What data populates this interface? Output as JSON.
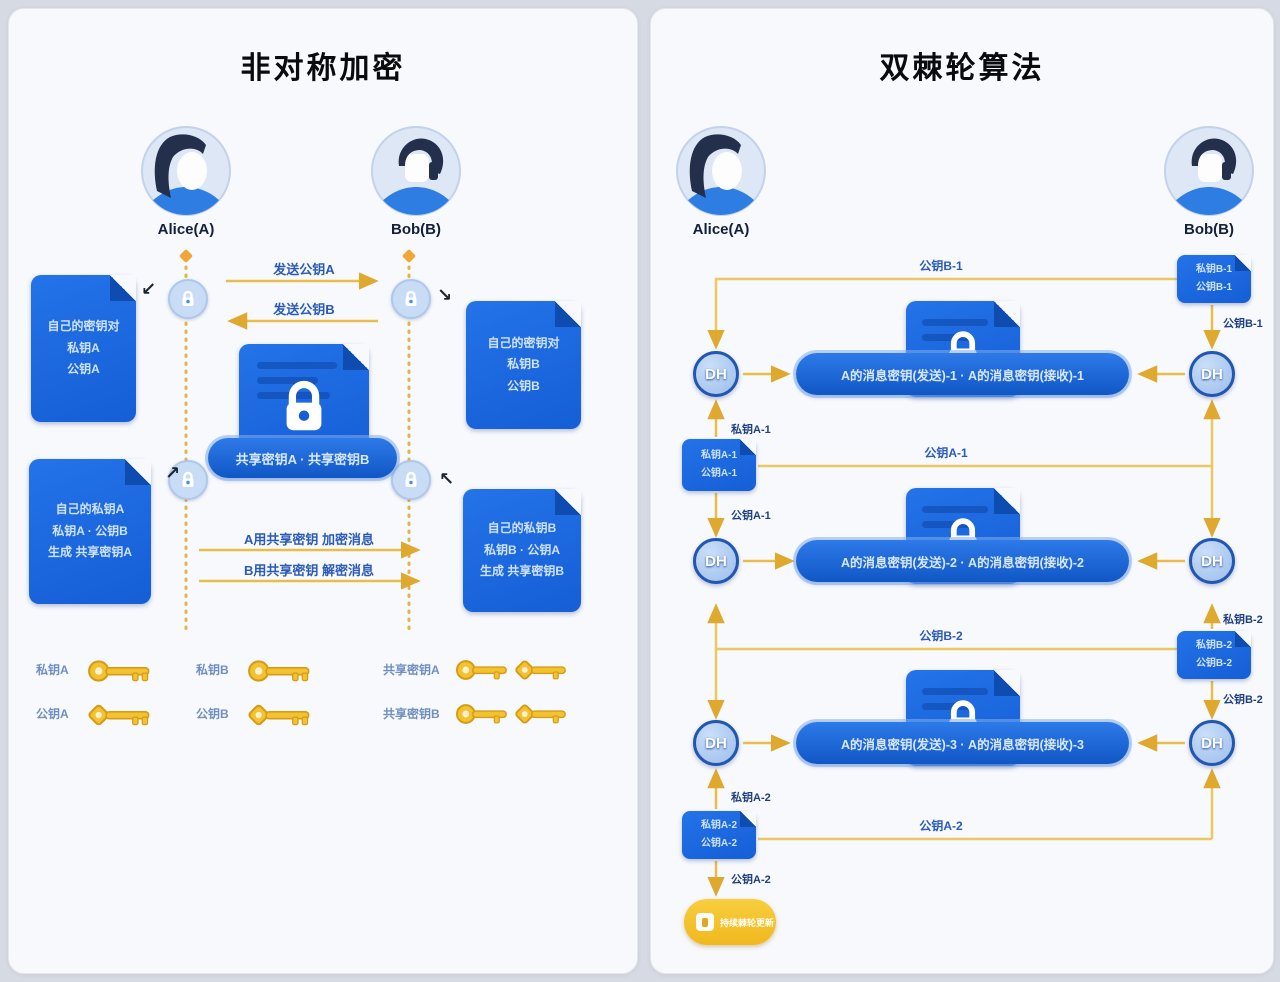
{
  "colors": {
    "panel_bg": "#f7f9fd",
    "doc_blue": "#1a66dd",
    "doc_fold_blue": "#0e4cb0",
    "gold_arrow": "#e6bb4e",
    "diamond_orange": "#f0a638",
    "dh_border_blue": "#2257b0",
    "key_gold": "#f3c230",
    "yellow_pill": "#f6c22a",
    "label_navy": "#1f3f7e",
    "title_black": "#0b0b0e"
  },
  "left": {
    "title": "非对称加密",
    "alice_label": "Alice(A)",
    "bob_label": "Bob(B)",
    "arrow_top1": "发送公钥A",
    "arrow_top2": "发送公钥B",
    "doc_alice_keys": {
      "l1": "自己的密钥对",
      "l2": "私钥A",
      "l3": "公钥A"
    },
    "doc_bob_keys": {
      "l1": "自己的密钥对",
      "l2": "私钥B",
      "l3": "公钥B"
    },
    "shared_pill": "共享密钥A · 共享密钥B",
    "doc_alice_shared": {
      "l1": "自己的私钥A",
      "l2": "私钥A · 公钥B",
      "l3": "生成 共享密钥A"
    },
    "doc_bob_shared": {
      "l1": "自己的私钥B",
      "l2": "私钥B · 公钥A",
      "l3": "生成 共享密钥B"
    },
    "msg_arrow1": "A用共享密钥 加密消息",
    "msg_arrow2": "B用共享密钥 解密消息",
    "legend": {
      "priA": "私钥A",
      "pubA": "公钥A",
      "priB": "私钥B",
      "pubB": "公钥B",
      "sharedA": "共享密钥A",
      "sharedB": "共享密钥B"
    }
  },
  "right": {
    "title": "双棘轮算法",
    "alice_label": "Alice(A)",
    "bob_label": "Bob(B)",
    "dh": "DH",
    "cards": {
      "b1": {
        "l1": "私钥B-1",
        "l2": "公钥B-1"
      },
      "a1": {
        "l1": "私钥A-1",
        "l2": "公钥A-1"
      },
      "b2": {
        "l1": "私钥B-2",
        "l2": "公钥B-2"
      },
      "a2": {
        "l1": "私钥A-2",
        "l2": "公钥A-2"
      }
    },
    "long_arrows": {
      "b1": "公钥B-1",
      "a1": "公钥A-1",
      "b2": "公钥B-2",
      "a2": "公钥A-2"
    },
    "edge_labels": {
      "b1_down": "公钥B-1",
      "a1_up": "私钥A-1",
      "a1_down": "公钥A-1",
      "b2_up": "私钥B-2",
      "b2_down": "公钥B-2",
      "a2_up": "私钥A-2",
      "a2_down": "公钥A-2"
    },
    "pills": {
      "row1": "A的消息密钥(发送)-1 · A的消息密钥(接收)-1",
      "row2": "A的消息密钥(发送)-2 · A的消息密钥(接收)-2",
      "row3": "A的消息密钥(发送)-3 · A的消息密钥(接收)-3"
    },
    "ratchet_pill": "持续棘轮更新"
  }
}
